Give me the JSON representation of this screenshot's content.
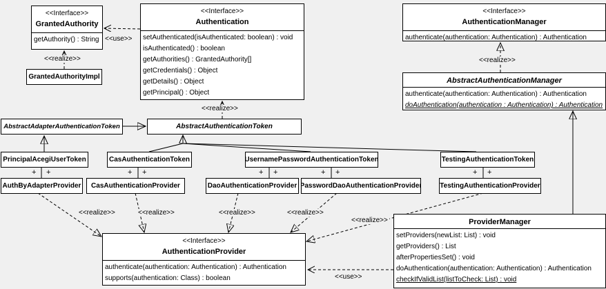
{
  "colors": {
    "background": "#f0f0f0",
    "box_fill": "#ffffff",
    "line": "#000000"
  },
  "labels": {
    "use": "<<use>>",
    "realize": "<<realize>>",
    "plus": "+"
  },
  "classes": {
    "granted_authority": {
      "stereotype": "<<Interface>>",
      "name": "GrantedAuthority",
      "methods": [
        "getAuthority() : String"
      ]
    },
    "granted_authority_impl": {
      "name": "GrantedAuthorityImpl"
    },
    "authentication": {
      "stereotype": "<<Interface>>",
      "name": "Authentication",
      "methods": [
        "setAuthenticated(isAuthenticated: boolean) : void",
        "isAuthenticated() : boolean",
        "getAuthorities() : GrantedAuthority[]",
        "getCredentials() : Object",
        "getDetails() : Object",
        "getPrincipal() : Object"
      ]
    },
    "authentication_manager": {
      "stereotype": "<<Interface>>",
      "name": "AuthenticationManager",
      "methods": [
        "authenticate(authentication: Authentication) : Authentication"
      ]
    },
    "abstract_authentication_manager": {
      "name": "AbstractAuthenticationManager",
      "methods": [
        "authenticate(authentication: Authentication) : Authentication",
        "doAuthentication(authentication : Authentication) : Authentication"
      ]
    },
    "abstract_adapter_authentication_token": {
      "name": "AbstractAdapterAuthenticationToken"
    },
    "abstract_authentication_token": {
      "name": "AbstractAuthenticationToken"
    },
    "principal_acegi_user_token": {
      "name": "PrincipalAcegiUserToken"
    },
    "cas_authentication_token": {
      "name": "CasAuthenticationToken"
    },
    "username_password_authentication_token": {
      "name": "UsernamePasswordAuthenticationToken"
    },
    "testing_authentication_token": {
      "name": "TestingAuthenticationToken"
    },
    "auth_by_adapter_provider": {
      "name": "AuthByAdapterProvider"
    },
    "cas_authentication_provider": {
      "name": "CasAuthenticationProvider"
    },
    "dao_authentication_provider": {
      "name": "DaoAuthenticationProvider"
    },
    "password_dao_authentication_provider": {
      "name": "PasswordDaoAuthenticationProvider"
    },
    "testing_authentication_provider": {
      "name": "TestingAuthenticationProvider"
    },
    "authentication_provider": {
      "stereotype": "<<Interface>>",
      "name": "AuthenticationProvider",
      "methods": [
        "authenticate(authentication: Authentication) : Authentication",
        "supports(authentication: Class) : boolean"
      ]
    },
    "provider_manager": {
      "name": "ProviderManager",
      "methods": [
        "setProviders(newList: List) : void",
        "getProviders() : List",
        "afterPropertiesSet() : void",
        "doAuthentication(authentication: Authentication) : Authentication",
        "checkIfValidList(listToCheck: List) : void"
      ]
    }
  },
  "relationships": [
    {
      "type": "use",
      "from": "Authentication",
      "to": "GrantedAuthority"
    },
    {
      "type": "realize",
      "from": "GrantedAuthorityImpl",
      "to": "GrantedAuthority"
    },
    {
      "type": "realize",
      "from": "AbstractAuthenticationManager",
      "to": "AuthenticationManager"
    },
    {
      "type": "realize",
      "from": "AbstractAuthenticationToken",
      "to": "Authentication"
    },
    {
      "type": "generalize",
      "from": "AbstractAdapterAuthenticationToken",
      "to": "AbstractAuthenticationToken"
    },
    {
      "type": "generalize",
      "from": "PrincipalAcegiUserToken",
      "to": "AbstractAdapterAuthenticationToken"
    },
    {
      "type": "generalize",
      "from": "CasAuthenticationToken",
      "to": "AbstractAuthenticationToken"
    },
    {
      "type": "generalize",
      "from": "UsernamePasswordAuthenticationToken",
      "to": "AbstractAuthenticationToken"
    },
    {
      "type": "generalize",
      "from": "TestingAuthenticationToken",
      "to": "AbstractAuthenticationToken"
    },
    {
      "type": "association",
      "from": "PrincipalAcegiUserToken",
      "to": "AuthByAdapterProvider"
    },
    {
      "type": "association",
      "from": "CasAuthenticationToken",
      "to": "CasAuthenticationProvider"
    },
    {
      "type": "association",
      "from": "UsernamePasswordAuthenticationToken",
      "to": "DaoAuthenticationProvider"
    },
    {
      "type": "association",
      "from": "UsernamePasswordAuthenticationToken",
      "to": "PasswordDaoAuthenticationProvider"
    },
    {
      "type": "association",
      "from": "TestingAuthenticationToken",
      "to": "TestingAuthenticationProvider"
    },
    {
      "type": "realize",
      "from": "AuthByAdapterProvider",
      "to": "AuthenticationProvider"
    },
    {
      "type": "realize",
      "from": "CasAuthenticationProvider",
      "to": "AuthenticationProvider"
    },
    {
      "type": "realize",
      "from": "DaoAuthenticationProvider",
      "to": "AuthenticationProvider"
    },
    {
      "type": "realize",
      "from": "PasswordDaoAuthenticationProvider",
      "to": "AuthenticationProvider"
    },
    {
      "type": "realize",
      "from": "TestingAuthenticationProvider",
      "to": "AuthenticationProvider"
    },
    {
      "type": "generalize",
      "from": "ProviderManager",
      "to": "AbstractAuthenticationManager"
    },
    {
      "type": "use",
      "from": "ProviderManager",
      "to": "AuthenticationProvider"
    }
  ]
}
